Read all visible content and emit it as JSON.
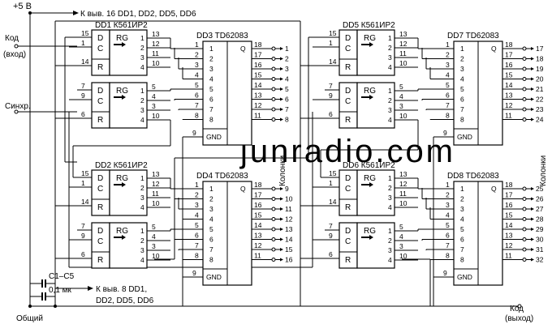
{
  "labels": {
    "supply": "+5 В",
    "pin16_note": "К выв. 16 DD1, DD2, DD5, DD6",
    "pin8_note_l1": "К выв. 8 DD1,",
    "pin8_note_l2": "DD2, DD5, DD6",
    "code_in_l1": "Код",
    "code_in_l2": "(вход)",
    "sync": "Синхр.",
    "caps_l1": "C1–C5",
    "caps_l2": "0,1 мк",
    "common": "Общий",
    "code_out_l1": "Код",
    "code_out_l2": "(выход)",
    "columns": "Колонки",
    "watermark": "junradio.com"
  },
  "registers": [
    {
      "id": "dd1",
      "title": "DD1 К561ИР2"
    },
    {
      "id": "dd2",
      "title": "DD2 К561ИР2"
    },
    {
      "id": "dd5",
      "title": "DD5 К561ИР2"
    },
    {
      "id": "dd6",
      "title": "DD6 К561ИР2"
    }
  ],
  "drivers": [
    {
      "id": "dd3",
      "title": "DD3 TD62083"
    },
    {
      "id": "dd4",
      "title": "DD4 TD62083"
    },
    {
      "id": "dd7",
      "title": "DD7 TD62083"
    },
    {
      "id": "dd8",
      "title": "DD8 TD62083"
    }
  ],
  "reg_text": {
    "d": "D",
    "c": "C",
    "r": "R",
    "rg": "RG",
    "q1": "1",
    "q2": "2",
    "q3": "3",
    "q4": "4",
    "pin_d_top": "15",
    "pin_c_top": "1",
    "pin_r_top": "14",
    "pin_d_bot": "7",
    "pin_c_bot": "9",
    "pin_r_bot": "6",
    "out_top": [
      "13",
      "12",
      "11",
      "10"
    ],
    "out_bot": [
      "5",
      "4",
      "3",
      "10"
    ]
  },
  "drv_text": {
    "in_nums": [
      "1",
      "2",
      "3",
      "4",
      "5",
      "6",
      "7",
      "8"
    ],
    "pin_left": [
      "1",
      "2",
      "3",
      "4",
      "5",
      "6",
      "7",
      "8"
    ],
    "pin_right": [
      "18",
      "17",
      "16",
      "15",
      "14",
      "13",
      "12",
      "11"
    ],
    "gnd": "GND",
    "pin_gnd": "9"
  },
  "outputs": {
    "dd3": [
      "1",
      "2",
      "3",
      "4",
      "5",
      "6",
      "7",
      "8"
    ],
    "dd4": [
      "9",
      "10",
      "11",
      "12",
      "13",
      "14",
      "15",
      "16"
    ],
    "dd7": [
      "17",
      "18",
      "19",
      "20",
      "21",
      "22",
      "23",
      "24"
    ],
    "dd8": [
      "25",
      "26",
      "27",
      "28",
      "29",
      "30",
      "31",
      "32"
    ]
  }
}
